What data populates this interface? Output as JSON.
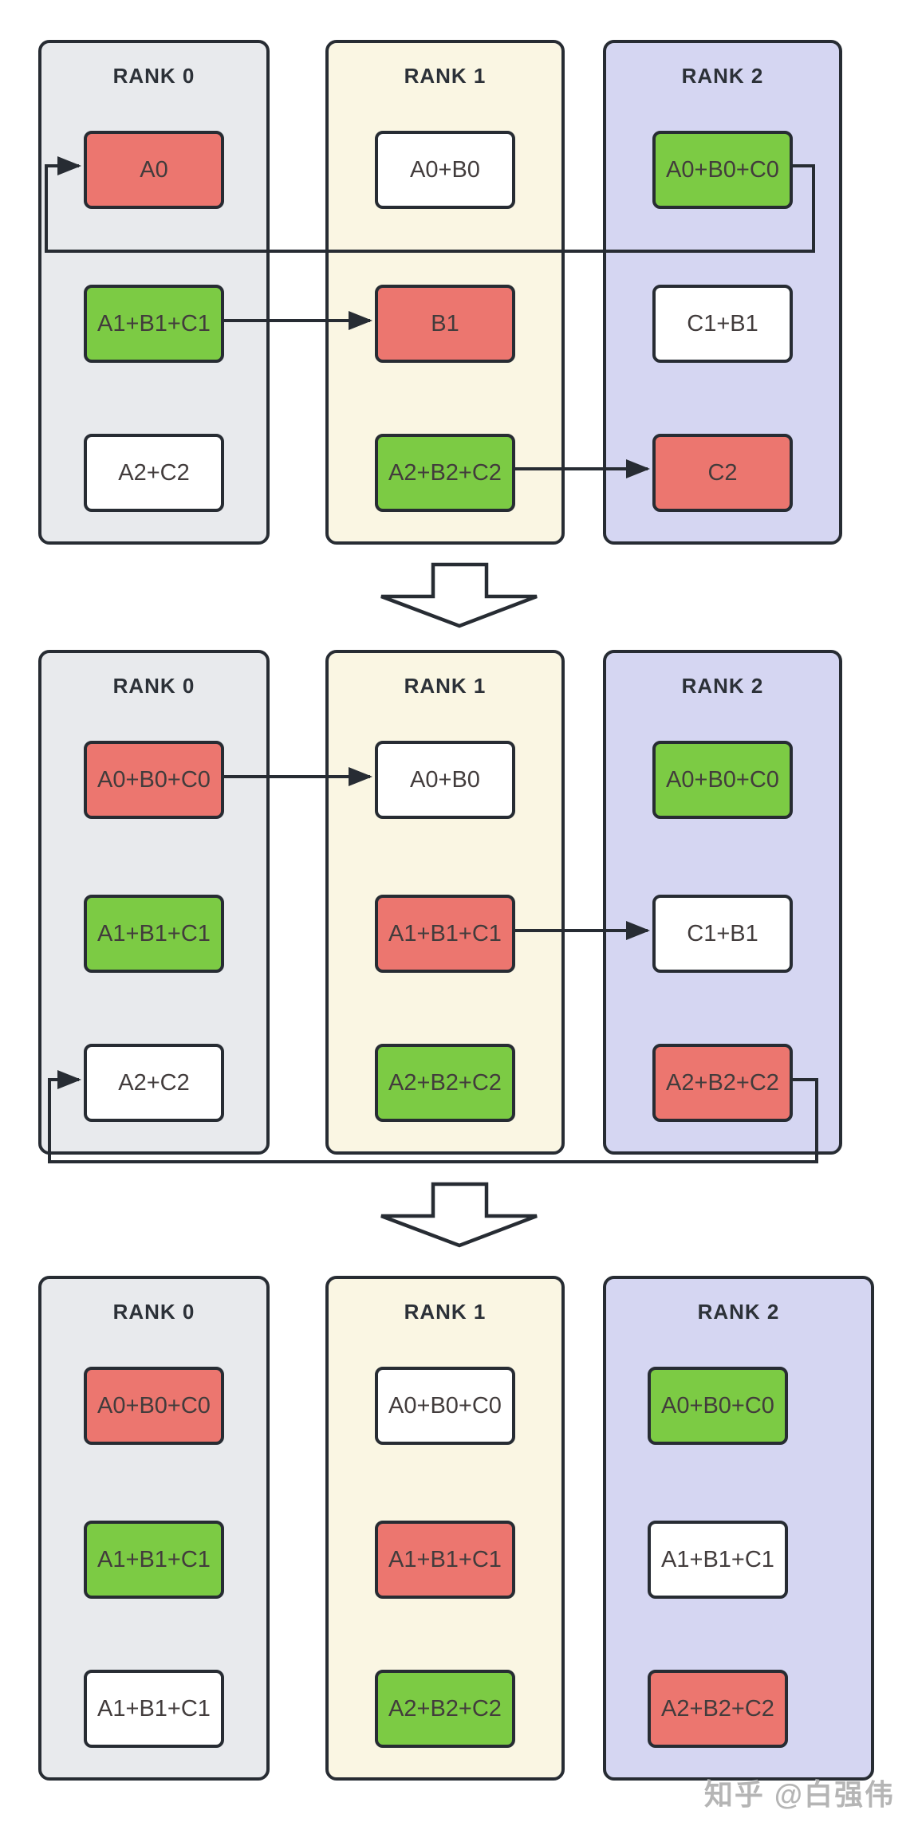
{
  "watermark": "知乎 @白强伟",
  "colors": {
    "box_red": "#ec766f",
    "box_green": "#7ccb44",
    "box_white": "#ffffff",
    "panel_gray": "#e8eaed",
    "panel_cream": "#faf6e3",
    "panel_lavender": "#d5d6f2",
    "line": "#272c33"
  },
  "stages": [
    {
      "ranks": [
        {
          "title": "RANK 0",
          "theme": "gray",
          "boxes": [
            {
              "label": "A0",
              "color": "red"
            },
            {
              "label": "A1+B1+C1",
              "color": "green"
            },
            {
              "label": "A2+C2",
              "color": "white"
            }
          ]
        },
        {
          "title": "RANK 1",
          "theme": "cream",
          "boxes": [
            {
              "label": "A0+B0",
              "color": "white"
            },
            {
              "label": "B1",
              "color": "red"
            },
            {
              "label": "A2+B2+C2",
              "color": "green"
            }
          ]
        },
        {
          "title": "RANK 2",
          "theme": "lavender",
          "boxes": [
            {
              "label": "A0+B0+C0",
              "color": "green"
            },
            {
              "label": "C1+B1",
              "color": "white"
            },
            {
              "label": "C2",
              "color": "red"
            }
          ]
        }
      ],
      "arrows": [
        {
          "from": "RANK 0 / A1+B1+C1",
          "to": "RANK 1 / B1"
        },
        {
          "from": "RANK 1 / A2+B2+C2",
          "to": "RANK 2 / C2"
        },
        {
          "from": "RANK 2 / A0+B0+C0",
          "to": "RANK 0 / A0",
          "wrap_around": true
        }
      ]
    },
    {
      "ranks": [
        {
          "title": "RANK 0",
          "theme": "gray",
          "boxes": [
            {
              "label": "A0+B0+C0",
              "color": "red"
            },
            {
              "label": "A1+B1+C1",
              "color": "green"
            },
            {
              "label": "A2+C2",
              "color": "white"
            }
          ]
        },
        {
          "title": "RANK 1",
          "theme": "cream",
          "boxes": [
            {
              "label": "A0+B0",
              "color": "white"
            },
            {
              "label": "A1+B1+C1",
              "color": "red"
            },
            {
              "label": "A2+B2+C2",
              "color": "green"
            }
          ]
        },
        {
          "title": "RANK 2",
          "theme": "lavender",
          "boxes": [
            {
              "label": "A0+B0+C0",
              "color": "green"
            },
            {
              "label": "C1+B1",
              "color": "white"
            },
            {
              "label": "A2+B2+C2",
              "color": "red"
            }
          ]
        }
      ],
      "arrows": [
        {
          "from": "RANK 0 / A0+B0+C0",
          "to": "RANK 1 / A0+B0"
        },
        {
          "from": "RANK 1 / A1+B1+C1",
          "to": "RANK 2 / C1+B1"
        },
        {
          "from": "RANK 2 / A2+B2+C2",
          "to": "RANK 0 / A2+C2",
          "wrap_around": true
        }
      ]
    },
    {
      "ranks": [
        {
          "title": "RANK 0",
          "theme": "gray",
          "boxes": [
            {
              "label": "A0+B0+C0",
              "color": "red"
            },
            {
              "label": "A1+B1+C1",
              "color": "green"
            },
            {
              "label": "A1+B1+C1",
              "color": "white"
            }
          ]
        },
        {
          "title": "RANK 1",
          "theme": "cream",
          "boxes": [
            {
              "label": "A0+B0+C0",
              "color": "white"
            },
            {
              "label": "A1+B1+C1",
              "color": "red"
            },
            {
              "label": "A2+B2+C2",
              "color": "green"
            }
          ]
        },
        {
          "title": "RANK 2",
          "theme": "lavender",
          "boxes": [
            {
              "label": "A0+B0+C0",
              "color": "green"
            },
            {
              "label": "A1+B1+C1",
              "color": "white"
            },
            {
              "label": "A2+B2+C2",
              "color": "red"
            }
          ]
        }
      ],
      "arrows": []
    }
  ],
  "stage_connectors": [
    {
      "from": "stage-1",
      "to": "stage-2",
      "shape": "big-down-arrow"
    },
    {
      "from": "stage-2",
      "to": "stage-3",
      "shape": "big-down-arrow"
    }
  ]
}
